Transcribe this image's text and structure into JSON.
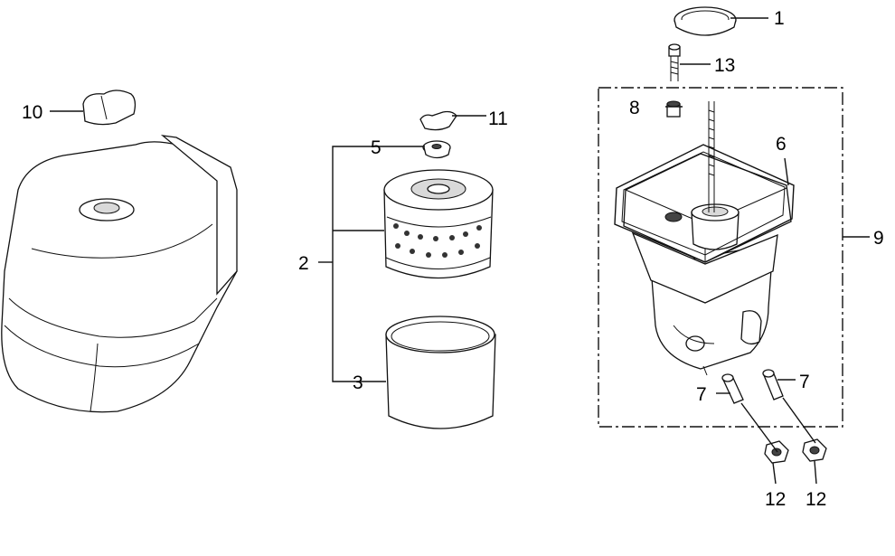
{
  "callouts": {
    "c1": "1",
    "c2": "2",
    "c3": "3",
    "c5": "5",
    "c6": "6",
    "c7a": "7",
    "c7b": "7",
    "c8": "8",
    "c9": "9",
    "c10": "10",
    "c11": "11",
    "c12a": "12",
    "c12b": "12",
    "c13": "13"
  }
}
